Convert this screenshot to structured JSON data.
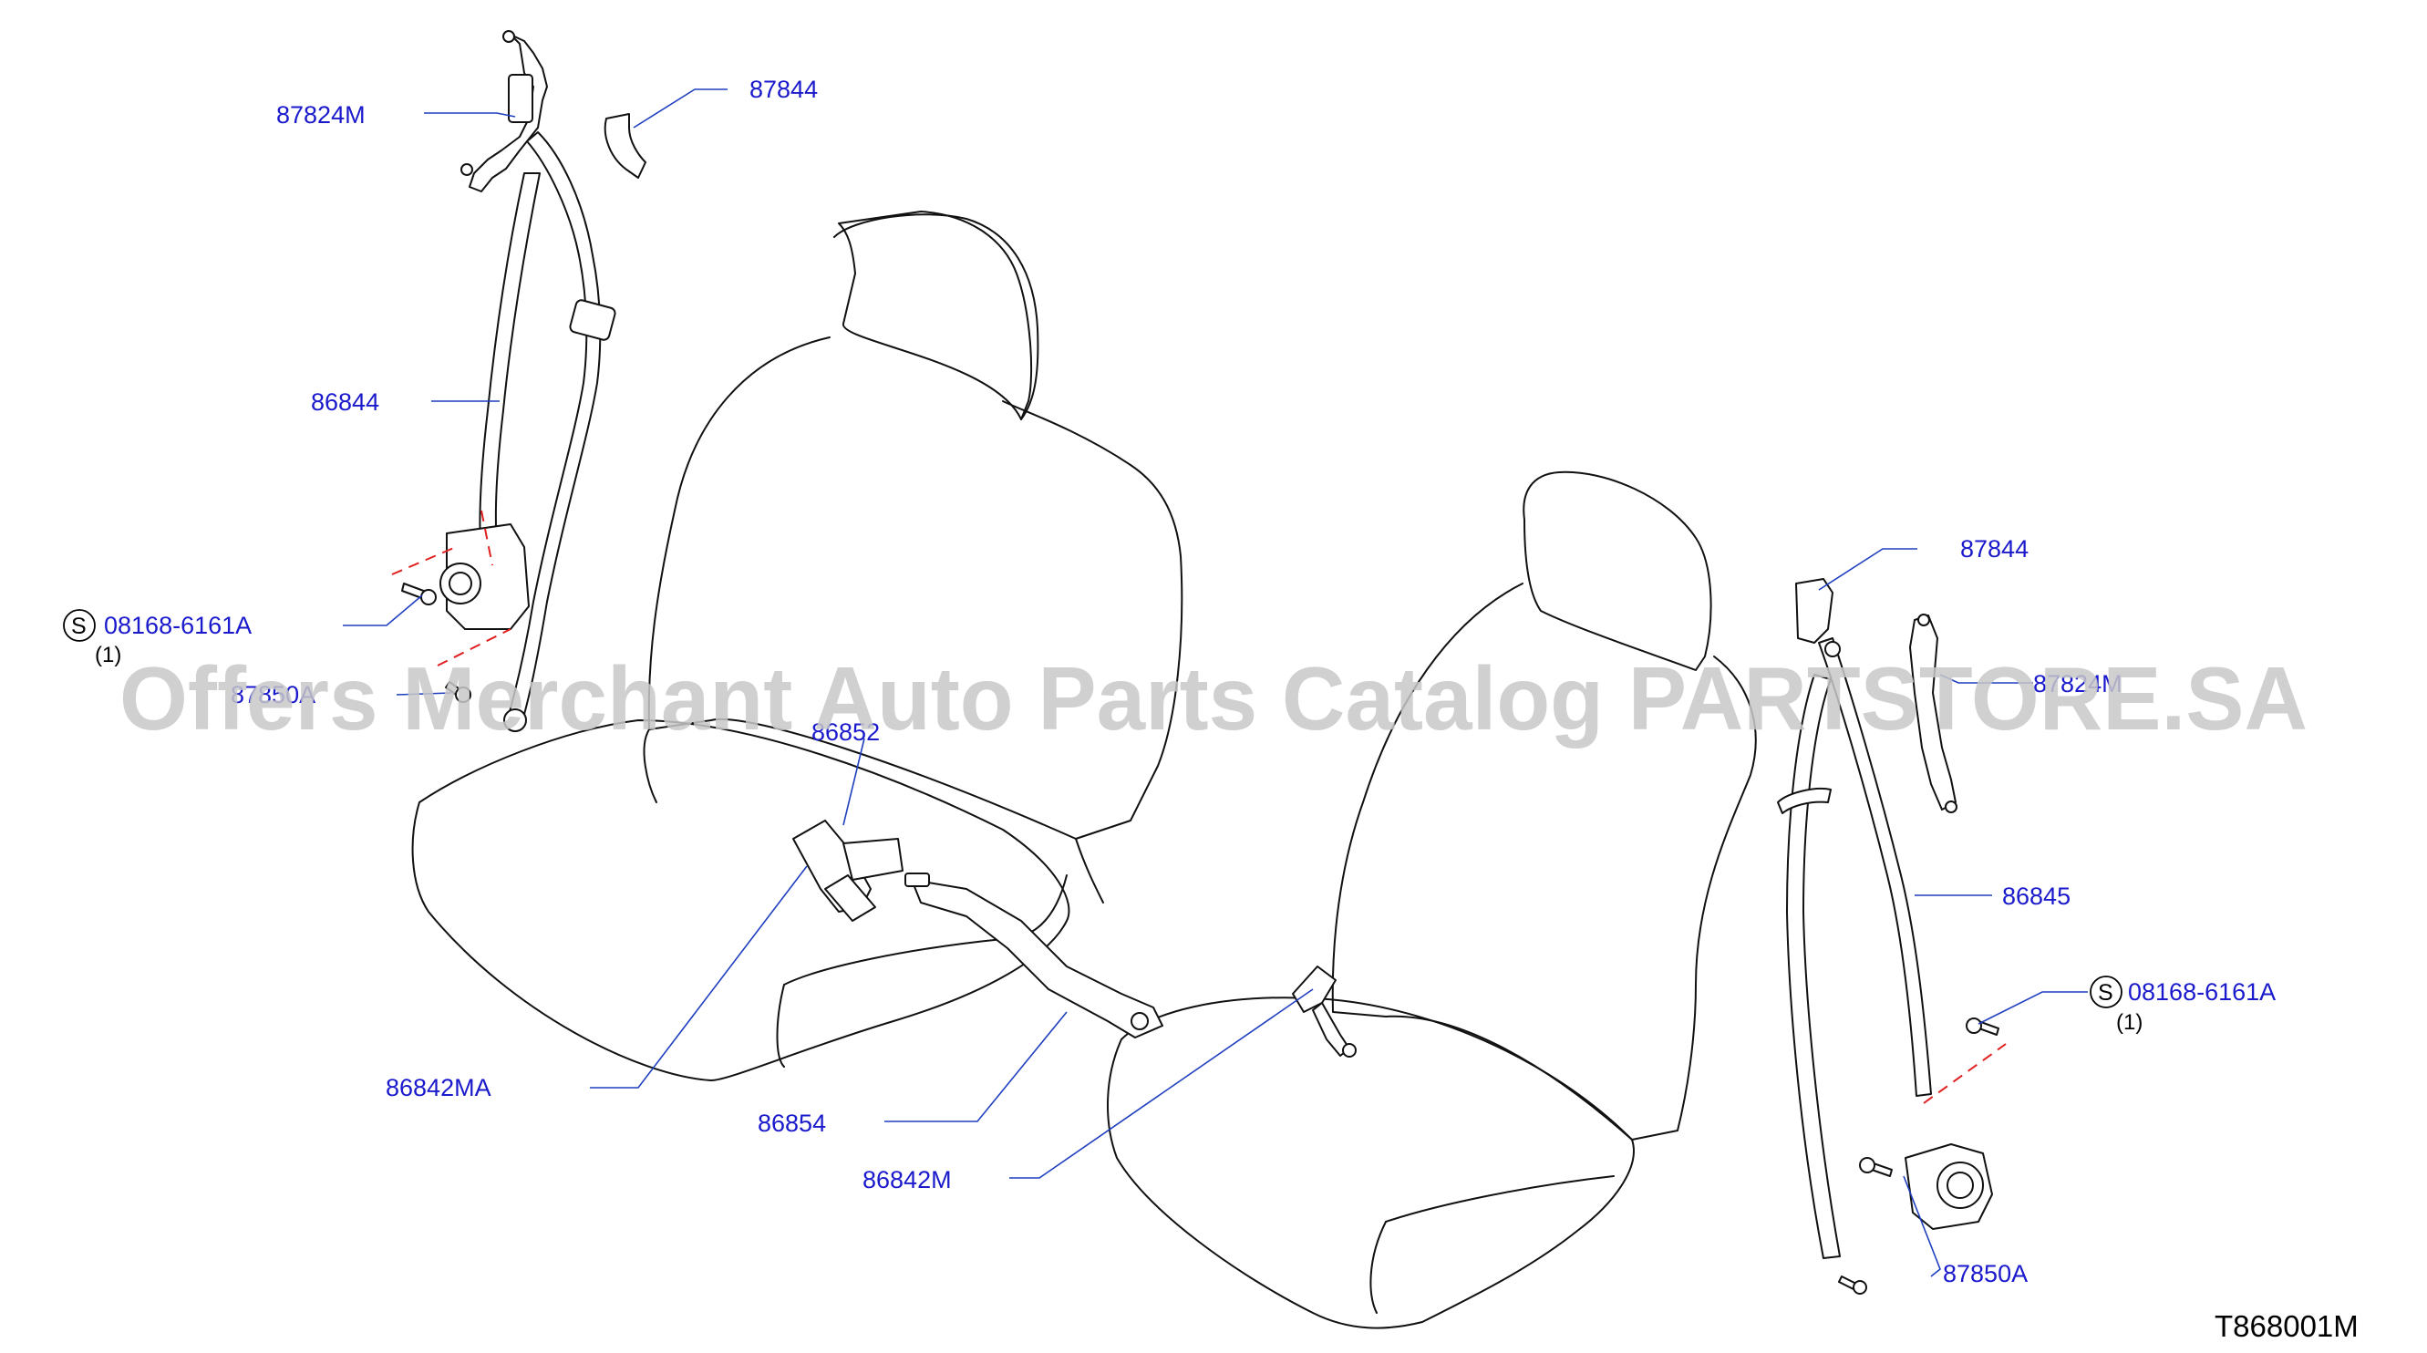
{
  "callouts": {
    "part_87824M": "87824M",
    "part_87844_left": "87844",
    "part_86844": "86844",
    "part_08168_left": "08168-6161A",
    "qty_left": "(1)",
    "part_87850A_left": "87850A",
    "part_86852": "86852",
    "part_86842MA": "86842MA",
    "part_86854": "86854",
    "part_86842M": "86842M",
    "part_87844_right": "87844",
    "part_87824M_right": "87824M",
    "part_86845": "86845",
    "part_08168_right": "08168-6161A",
    "qty_right": "(1)",
    "part_87850A_right": "87850A",
    "standard_symbol": "S"
  },
  "diagram_code": "T868001M",
  "watermark": "Offers Merchant Auto Parts Catalog PARTSTORE.SA",
  "colors": {
    "callout_text": "#1a1acc",
    "leader_line": "#1f3fbf",
    "dashed_line": "#e02020",
    "watermark": "#c8c8c8"
  }
}
